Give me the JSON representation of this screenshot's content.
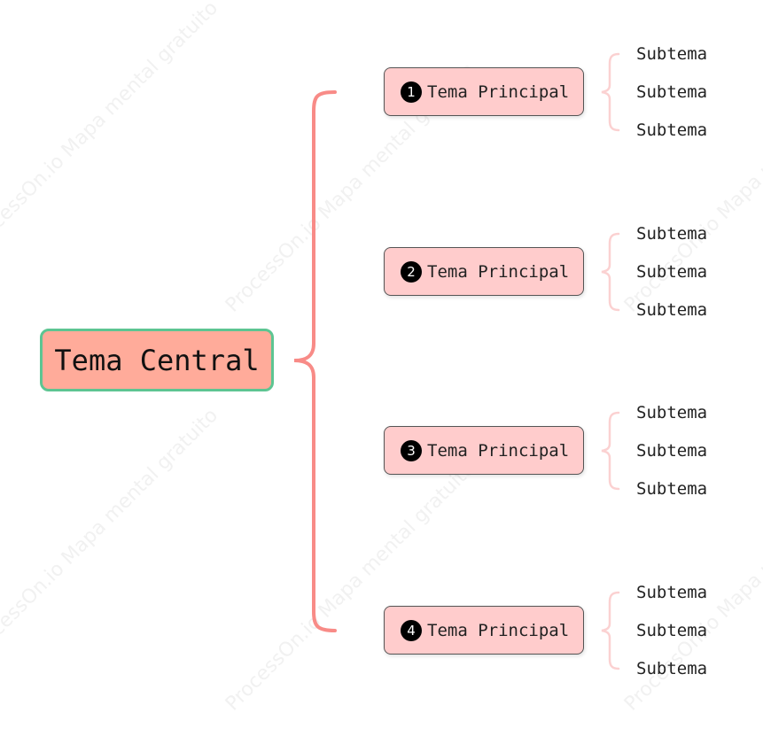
{
  "central_topic": "Tema Central",
  "watermark_text": "ProcessOn.io Mapa mental gratuito",
  "colors": {
    "central_fill": "#ffab9a",
    "central_border": "#5dc592",
    "main_fill": "#ffcccc",
    "main_border": "#555555",
    "main_bracket": "#f88b87",
    "sub_bracket": "#fbd1d1"
  },
  "main_topics": [
    {
      "number": "1",
      "icon": "number-1-icon",
      "label": "Tema Principal",
      "subtopics": [
        "Subtema",
        "Subtema",
        "Subtema"
      ]
    },
    {
      "number": "2",
      "icon": "number-2-icon",
      "label": "Tema Principal",
      "subtopics": [
        "Subtema",
        "Subtema",
        "Subtema"
      ]
    },
    {
      "number": "3",
      "icon": "number-3-icon",
      "label": "Tema Principal",
      "subtopics": [
        "Subtema",
        "Subtema",
        "Subtema"
      ]
    },
    {
      "number": "4",
      "icon": "number-4-icon",
      "label": "Tema Principal",
      "subtopics": [
        "Subtema",
        "Subtema",
        "Subtema"
      ]
    }
  ]
}
